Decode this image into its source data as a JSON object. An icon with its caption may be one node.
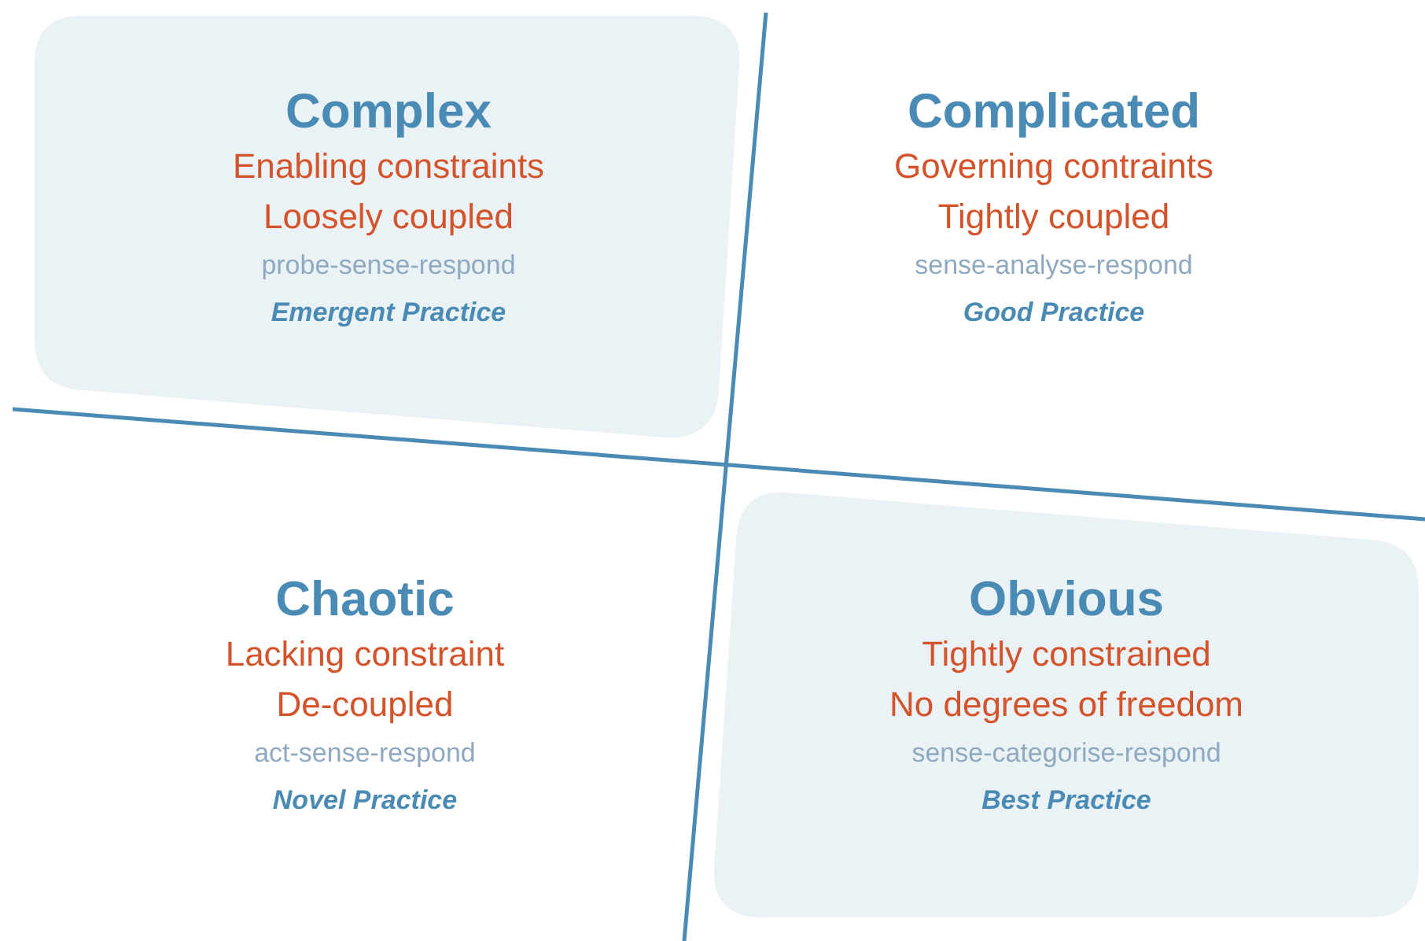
{
  "diagram": {
    "nodes": [
      {
        "text": [
          "Complex",
          "Enabling constraints",
          "Loosely coupled",
          "probe-sense-respond",
          "Emergent Practice"
        ]
      },
      {
        "text": [
          "Complicated",
          "Governing contraints",
          "Tightly coupled",
          "sense-analyse-respond",
          "Good Practice"
        ]
      },
      {
        "text": [
          "Chaotic",
          "Lacking constraint",
          "De-coupled",
          "act-sense-respond",
          "Novel Practice"
        ]
      },
      {
        "text": [
          "Obvious",
          "Tightly constrained",
          "No degrees of freedom",
          "sense-categorise-respond",
          "Best Practice"
        ]
      }
    ]
  }
}
